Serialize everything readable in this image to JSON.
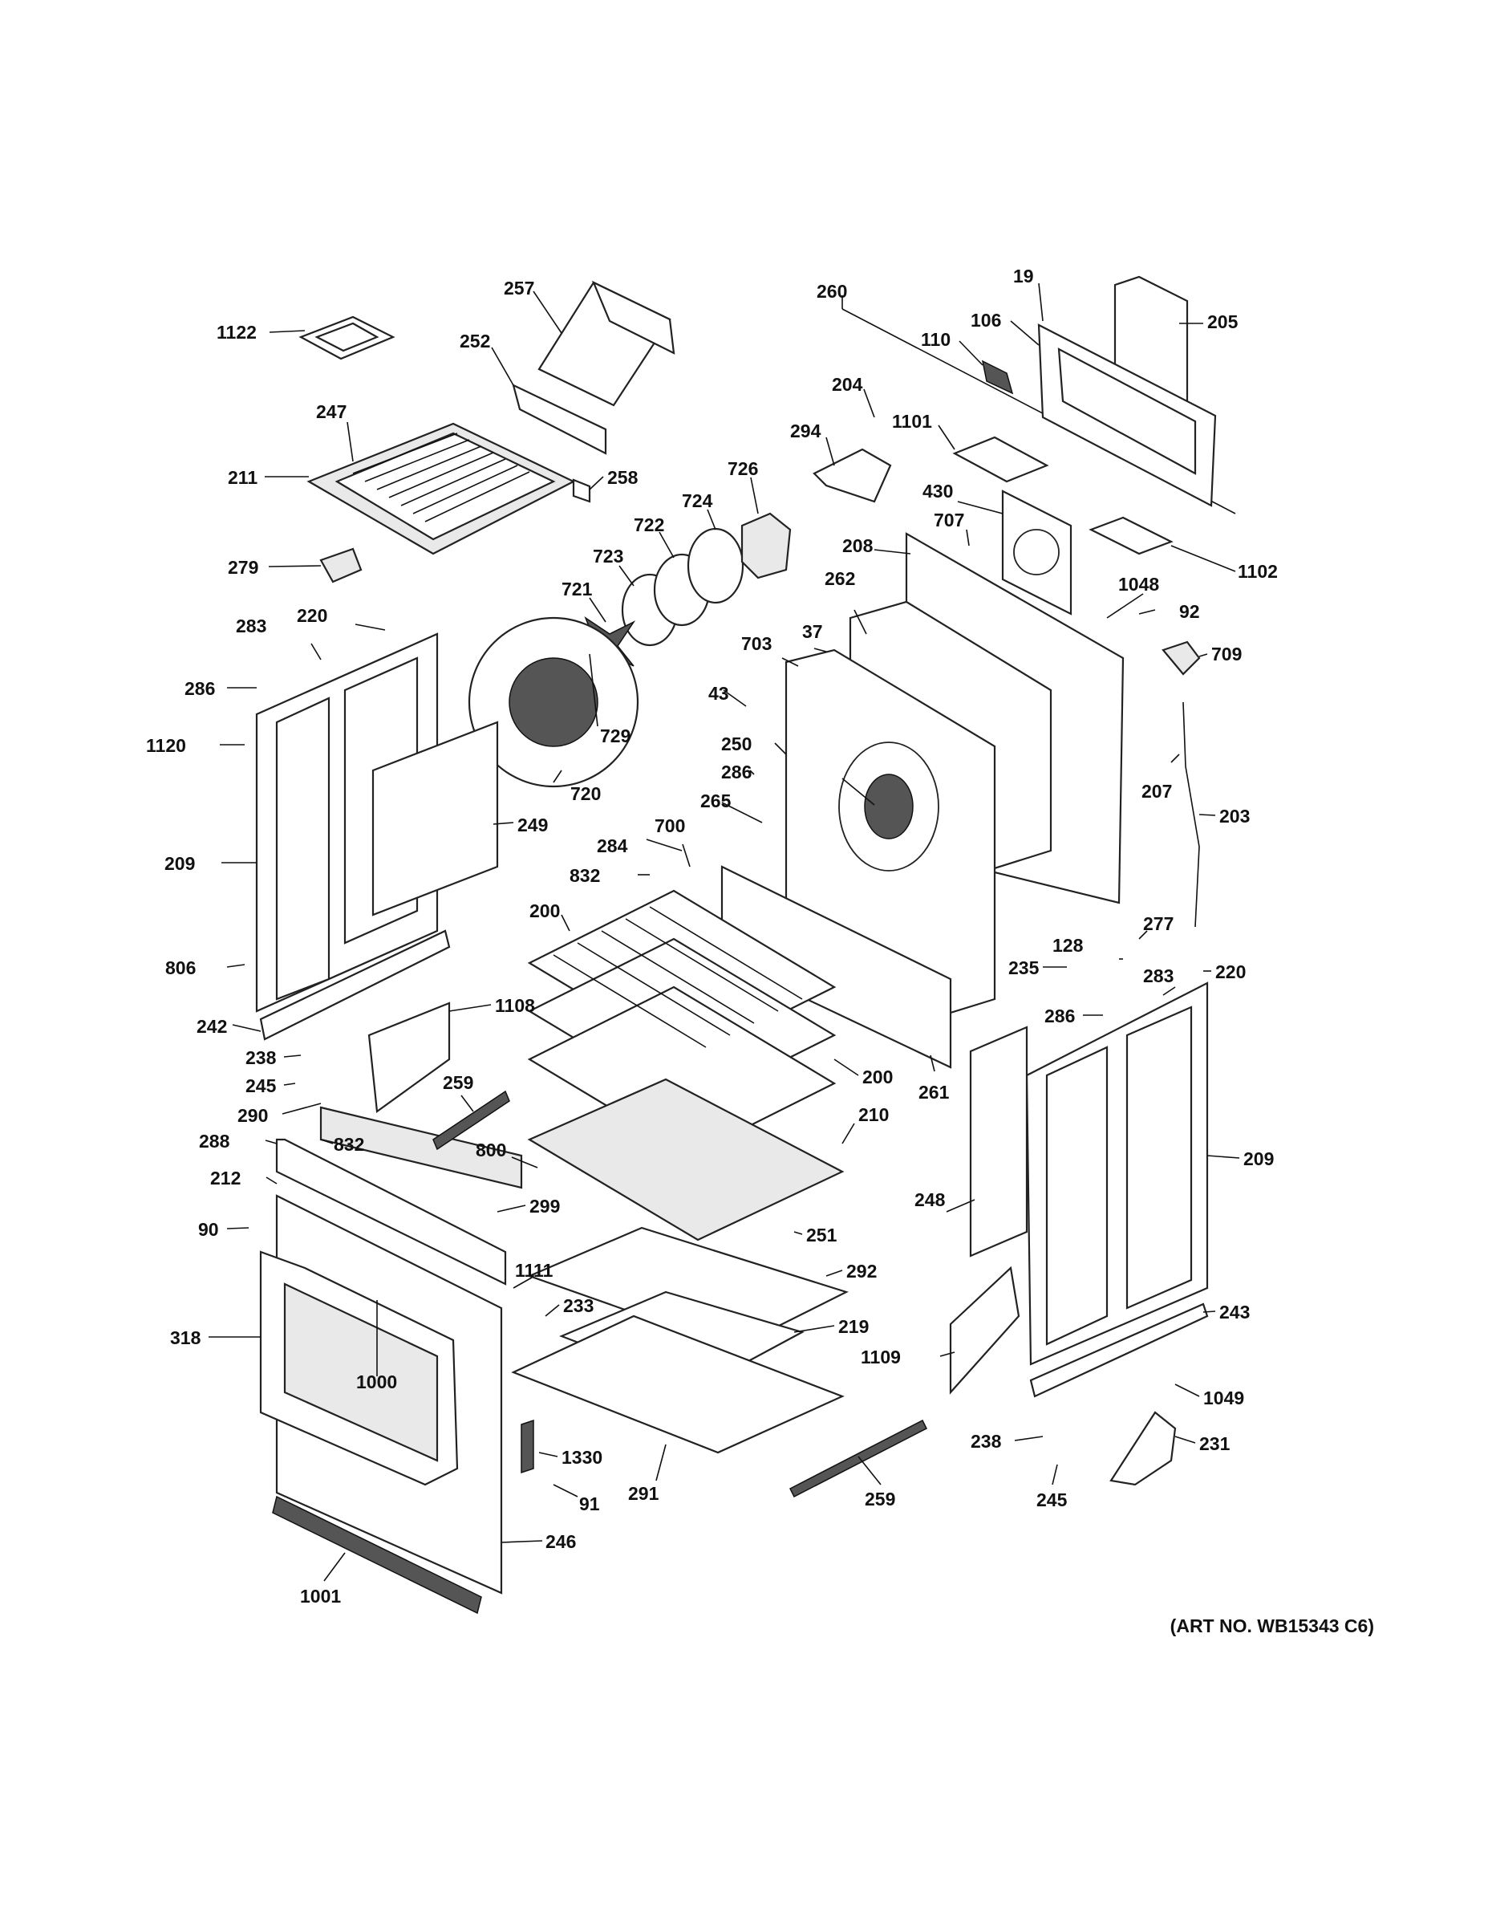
{
  "art_number": "(ART NO. WB15343 C6)",
  "callouts": [
    "1122",
    "257",
    "252",
    "247",
    "211",
    "258",
    "279",
    "260",
    "19",
    "106",
    "205",
    "110",
    "204",
    "294",
    "1101",
    "726",
    "724",
    "722",
    "723",
    "721",
    "430",
    "707",
    "1102",
    "208",
    "1048",
    "92",
    "262",
    "709",
    "283",
    "220",
    "286",
    "1120",
    "720",
    "729",
    "703",
    "37",
    "43",
    "207",
    "203",
    "250",
    "286",
    "265",
    "249",
    "209",
    "700",
    "284",
    "832",
    "200",
    "277",
    "128",
    "235",
    "283",
    "220",
    "286",
    "806",
    "1108",
    "242",
    "238",
    "245",
    "259",
    "290",
    "288",
    "832",
    "800",
    "200",
    "210",
    "261",
    "209",
    "212",
    "299",
    "90",
    "251",
    "248",
    "1111",
    "292",
    "233",
    "243",
    "318",
    "219",
    "1000",
    "1109",
    "1049",
    "1330",
    "291",
    "238",
    "231",
    "91",
    "259",
    "245",
    "246",
    "1001"
  ]
}
